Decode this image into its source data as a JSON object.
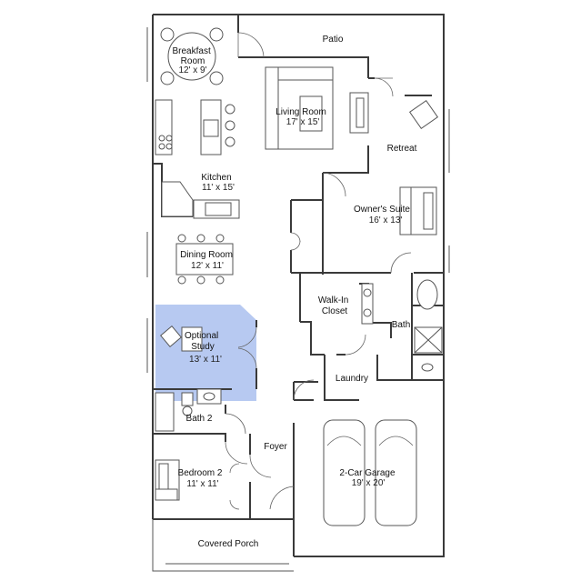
{
  "plan": {
    "highlight_color": "#b7c9f1",
    "rooms": [
      {
        "key": "patio",
        "name": "Patio",
        "dim": ""
      },
      {
        "key": "breakfast",
        "name": "Breakfast Room",
        "dim": "12' x 9'"
      },
      {
        "key": "living",
        "name": "Living Room",
        "dim": "17' x 15'"
      },
      {
        "key": "retreat",
        "name": "Retreat",
        "dim": ""
      },
      {
        "key": "kitchen",
        "name": "Kitchen",
        "dim": "11' x 15'"
      },
      {
        "key": "owners",
        "name": "Owner's Suite",
        "dim": "16' x 13'"
      },
      {
        "key": "dining",
        "name": "Dining Room",
        "dim": "12' x 11'"
      },
      {
        "key": "closet",
        "name": "Walk-In Closet",
        "dim": ""
      },
      {
        "key": "bath",
        "name": "Bath",
        "dim": ""
      },
      {
        "key": "study",
        "name": "Optional Study",
        "dim": "13' x 11'"
      },
      {
        "key": "laundry",
        "name": "Laundry",
        "dim": ""
      },
      {
        "key": "bath2",
        "name": "Bath 2",
        "dim": ""
      },
      {
        "key": "foyer",
        "name": "Foyer",
        "dim": ""
      },
      {
        "key": "bedroom2",
        "name": "Bedroom 2",
        "dim": "11' x 11'"
      },
      {
        "key": "garage",
        "name": "2-Car Garage",
        "dim": "19' x 20'"
      },
      {
        "key": "porch",
        "name": "Covered Porch",
        "dim": ""
      }
    ]
  }
}
